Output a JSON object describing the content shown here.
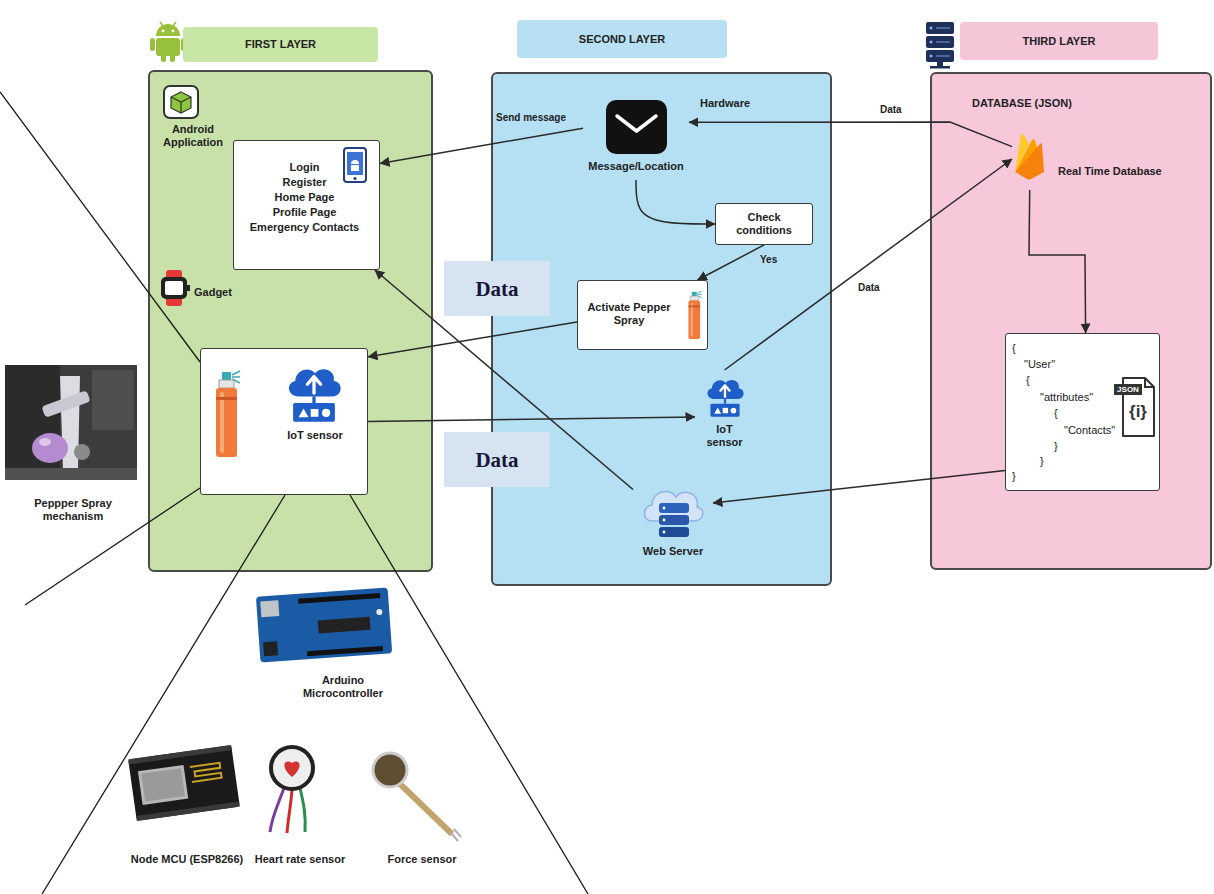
{
  "diagram": {
    "nodes": [
      {
        "text": [
          "FIRST LAYER"
        ]
      },
      {
        "text": [
          "SECOND LAYER"
        ]
      },
      {
        "text": [
          "THIRD LAYER"
        ]
      },
      {
        "text": [
          "Android Application",
          "Gadget"
        ]
      },
      {
        "text": [
          "Login",
          "Register",
          "Home Page",
          "Profile Page",
          "Emergency Contacts"
        ],
        "in": 3
      },
      {
        "text": [
          "IoT sensor"
        ],
        "in": 3
      },
      {
        "text": [
          "Hardware"
        ]
      },
      {
        "text": [
          "Message/Location"
        ],
        "in": 6
      },
      {
        "text": [
          "Check conditions"
        ],
        "in": 6
      },
      {
        "text": [
          "Activate Pepper Spray"
        ],
        "in": 6
      },
      {
        "text": [
          "IoT sensor"
        ],
        "in": 6
      },
      {
        "text": [
          "Web Server"
        ],
        "in": 6
      },
      {
        "text": [
          "DATABASE (JSON)"
        ]
      },
      {
        "text": [
          "Real Time Database"
        ],
        "in": 12
      },
      {
        "text": [
          "{",
          "\"User\"",
          "{",
          "\"attributes\"",
          "{",
          "\"Contacts\"",
          "}",
          "}",
          "}"
        ],
        "in": 12
      },
      {
        "text": [
          "Data"
        ]
      },
      {
        "text": [
          "Data"
        ]
      }
    ],
    "edges": [
      {
        "from": 7,
        "to": 4,
        "label": "Send message",
        "arrow": "to"
      },
      {
        "from": 7,
        "to": 8,
        "arrow": "to"
      },
      {
        "from": 8,
        "to": 9,
        "label": "Yes",
        "arrow": "to"
      },
      {
        "from": 9,
        "to": 5,
        "arrow": "to"
      },
      {
        "from": 5,
        "to": 10,
        "arrow": "to"
      },
      {
        "from": 10,
        "to": 13,
        "label": "Data",
        "arrow": "to"
      },
      {
        "from": 13,
        "to": 7,
        "label": "Data",
        "arrow": "to"
      },
      {
        "from": 13,
        "to": 14,
        "arrow": "to"
      },
      {
        "from": 14,
        "to": 11,
        "arrow": "to"
      },
      {
        "from": 11,
        "to": 4,
        "arrow": "to"
      }
    ],
    "labels": [
      "Peppper Spray mechanism",
      "Arduino Microcontroller",
      "Node MCU (ESP8266)",
      "Heart rate sensor",
      "Force sensor",
      "JSON",
      "{i}"
    ]
  }
}
